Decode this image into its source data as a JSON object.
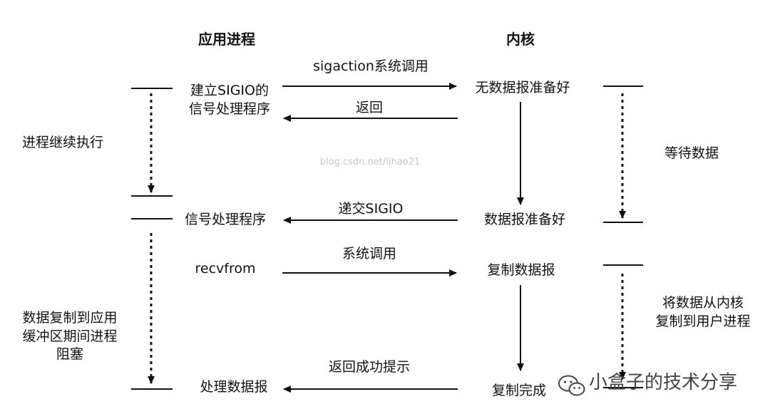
{
  "headers": {
    "app": "应用进程",
    "kernel": "内核"
  },
  "app_side": {
    "setup_line1": "建立SIGIO的",
    "setup_line2": "信号处理程序",
    "handler": "信号处理程序",
    "recvfrom": "recvfrom",
    "process": "处理数据报"
  },
  "kernel_side": {
    "no_data": "无数据报准备好",
    "data_ready": "数据报准备好",
    "copying": "复制数据报",
    "copy_done": "复制完成"
  },
  "arrows": {
    "sigaction": "sigaction系统调用",
    "return": "返回",
    "deliver": "递交SIGIO",
    "syscall": "系统调用",
    "return_ok": "返回成功提示"
  },
  "notes": {
    "continue": "进程继续执行",
    "blocked": [
      "数据复制到应用",
      "缓冲区期间进程",
      "阻塞"
    ],
    "wait": "等待数据",
    "copy_kernel": [
      "将数据从内核",
      "复制到用户进程"
    ]
  },
  "watermark": {
    "url": "blog.csdn.net/lihao21",
    "brand": "小盒子的技术分享",
    "icon": "wechat-icon"
  }
}
